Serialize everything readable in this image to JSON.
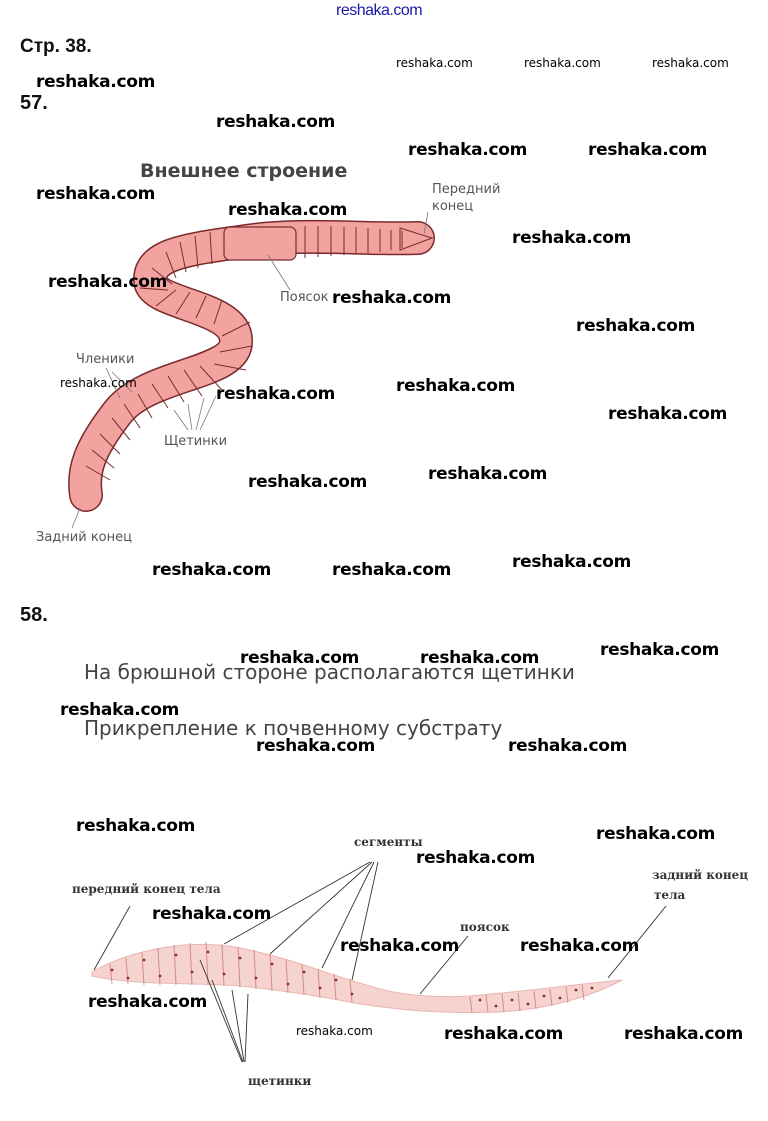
{
  "header": {
    "site_link": "reshaka.com"
  },
  "page": {
    "number_label": "Стр. 38."
  },
  "watermark": {
    "text": "reshaka.com"
  },
  "task57": {
    "number": "57.",
    "figure": {
      "title": "Внешнее строение",
      "labels": {
        "front_end": [
          "Передний",
          "конец"
        ],
        "girdle": "Поясок",
        "segments": "Членики",
        "bristles": "Щетинки",
        "rear_end": "Задний конец"
      }
    }
  },
  "task58": {
    "number": "58.",
    "answers": [
      "На брюшной стороне располагаются щетинки",
      "Прикрепление к почвенному субстрату"
    ],
    "figure": {
      "labels": {
        "segments": "сегменты",
        "front_end": "передний конец тела",
        "rear_end": [
          "задний конец",
          "тела"
        ],
        "girdle": "поясок",
        "bristles": "щетинки"
      }
    }
  },
  "colors": {
    "worm_fill": "#f2a3a0",
    "worm_stroke": "#7a2a2a",
    "worm2_fill": "#f7d3cf",
    "link": "#1a1aa6"
  }
}
